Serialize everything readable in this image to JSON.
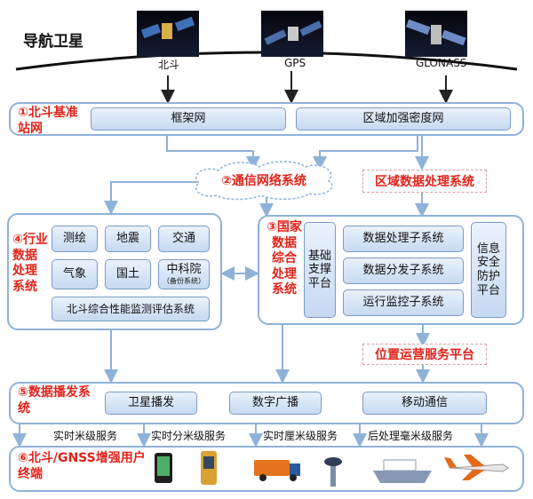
{
  "colors": {
    "frame": "#8fb2d8",
    "box_fill": "#c6d9f1",
    "arrow": "#8fb2d8",
    "red_text": "#e2231a"
  },
  "title": "导航卫星",
  "satellites": [
    {
      "label": "北斗"
    },
    {
      "label": "GPS"
    },
    {
      "label": "GLONASS"
    }
  ],
  "layer1": {
    "title": "①北斗基准站网",
    "boxes": [
      "框架网",
      "区域加强密度网"
    ]
  },
  "layer2": {
    "comm": "②通信网络系统",
    "regional": "区域数据处理系统"
  },
  "layer4": {
    "title": "④行业数据处理系统",
    "cells": [
      "测绘",
      "地震",
      "交通",
      "气象",
      "国土"
    ],
    "cas": "中科院",
    "cas_sub": "（备份系统）",
    "bottom": "北斗综合性能监测评估系统"
  },
  "layer3": {
    "title": "③国家数据综合处理系统",
    "base": "基础支撑平台",
    "subs": [
      "数据处理子系统",
      "数据分发子系统",
      "运行监控子系统"
    ],
    "security": "信息安全防护平台"
  },
  "platform": "位置运营服务平台",
  "layer5": {
    "title": "⑤数据播发系统",
    "boxes": [
      "卫星播发",
      "数字广播",
      "移动通信"
    ]
  },
  "services": [
    "实时米级服务",
    "实时分米级服务",
    "实时厘米级服务",
    "后处理毫米级服务"
  ],
  "layer6": {
    "title": "⑥北斗/GNSS增强用户终端",
    "devices": [
      "phone-icon",
      "handheld-receiver-icon",
      "truck-icon",
      "tower-icon",
      "ship-icon",
      "airplane-icon"
    ]
  }
}
